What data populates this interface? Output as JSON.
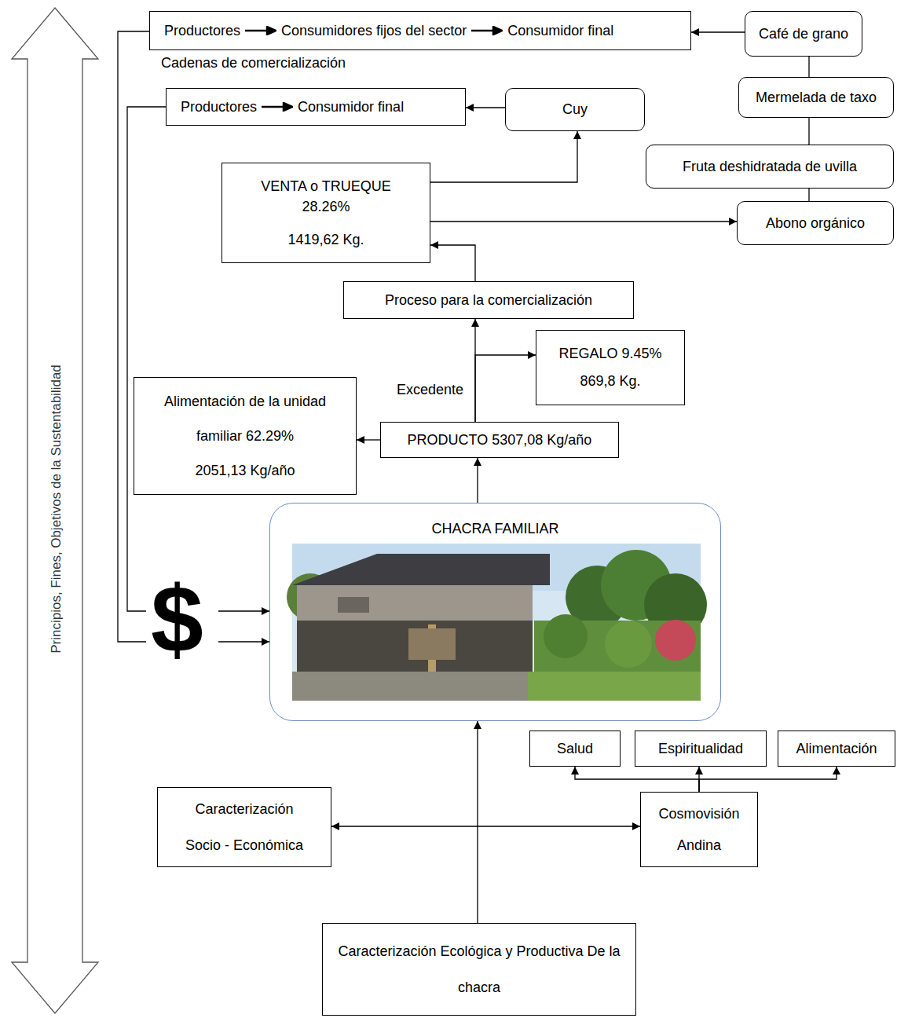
{
  "diagram": {
    "nodes": [
      {
        "text": [
          "Productores",
          "Consumidores fijos del sector",
          "Consumidor final"
        ]
      },
      {
        "text": [
          "Café de grano"
        ]
      },
      {
        "text": [
          "Productores",
          "Consumidor final"
        ]
      },
      {
        "text": [
          "Cuy"
        ]
      },
      {
        "text": [
          "Mermelada de taxo"
        ]
      },
      {
        "text": [
          "VENTA o TRUEQUE 28.26%",
          "1419,62 Kg."
        ]
      },
      {
        "text": [
          "Fruta deshidratada de uvilla"
        ]
      },
      {
        "text": [
          "Abono orgánico"
        ]
      },
      {
        "text": [
          "Proceso para la comercialización"
        ]
      },
      {
        "text": [
          "REGALO 9.45%",
          "869,8 Kg."
        ]
      },
      {
        "text": [
          "Alimentación de la unidad familiar 62.29%",
          "2051,13 Kg/año"
        ]
      },
      {
        "text": [
          "PRODUCTO 5307,08 Kg/año"
        ]
      },
      {
        "text": [
          "CHACRA FAMILIAR"
        ]
      },
      {
        "text": [
          "Salud"
        ]
      },
      {
        "text": [
          "Espiritualidad"
        ]
      },
      {
        "text": [
          "Alimentación"
        ]
      },
      {
        "text": [
          "Caracterización Socio - Económica"
        ]
      },
      {
        "text": [
          "Cosmovisión Andina"
        ]
      },
      {
        "text": [
          "Caracterización Ecológica y Productiva De la chacra"
        ]
      }
    ],
    "edges": [
      {
        "from": 1,
        "to": 0,
        "arrow": "to"
      },
      {
        "from": 1,
        "to": 4,
        "arrow": "none"
      },
      {
        "from": 4,
        "to": 6,
        "arrow": "none"
      },
      {
        "from": 6,
        "to": 7,
        "arrow": "none"
      },
      {
        "from": 3,
        "to": 2,
        "arrow": "to"
      },
      {
        "from": 5,
        "to": 3,
        "arrow": "to"
      },
      {
        "from": 5,
        "to": 7,
        "arrow": "to"
      },
      {
        "from": 8,
        "to": 5,
        "arrow": "to"
      },
      {
        "from": 11,
        "to": 8,
        "arrow": "to",
        "label": "Excedente"
      },
      {
        "from": 11,
        "to": 9,
        "arrow": "to"
      },
      {
        "from": 11,
        "to": 10,
        "arrow": "to"
      },
      {
        "from": 12,
        "to": 11,
        "arrow": "to"
      },
      {
        "from": 0,
        "to": 12,
        "arrow": "to"
      },
      {
        "from": 2,
        "to": 12,
        "arrow": "to"
      },
      {
        "from": 18,
        "to": 12,
        "arrow": "to"
      },
      {
        "from": 16,
        "to": 17,
        "arrow": "both"
      },
      {
        "from": 17,
        "to": 13,
        "arrow": "to"
      },
      {
        "from": 17,
        "to": 14,
        "arrow": "to"
      },
      {
        "from": 17,
        "to": 15,
        "arrow": "to"
      }
    ],
    "labels": [
      "Cadenas de comercialización",
      "$",
      "Principios, Fines, Objetivos de la Sustentabilidad"
    ]
  }
}
